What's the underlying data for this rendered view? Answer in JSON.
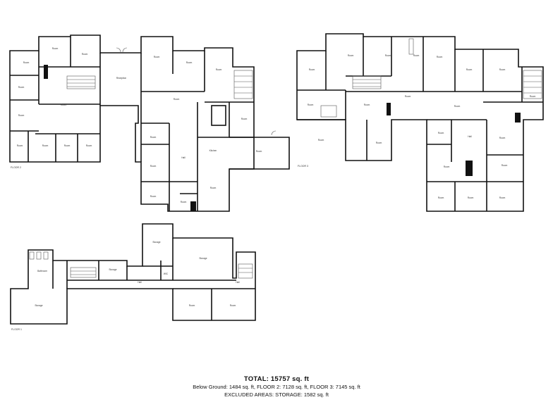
{
  "summary": {
    "total": "TOTAL: 15757 sq. ft",
    "breakdown": "Below Ground: 1484 sq. ft, FLOOR 2: 7128 sq. ft, FLOOR 3: 7145 sq. ft",
    "excluded": "EXCLUDED AREAS: STORAGE: 1582 sq. ft"
  },
  "floors": [
    {
      "id": "floor2",
      "label": "FLOOR 2"
    },
    {
      "id": "floor3",
      "label": "FLOOR 3"
    },
    {
      "id": "floor1",
      "label": "FLOOR 1"
    }
  ],
  "room_labels": {
    "room": "Room",
    "reception": "Reception",
    "hall": "Hall",
    "kitchen": "Kitchen",
    "storage": "Storage",
    "bathroom": "Bathroom",
    "wic": "WIC"
  },
  "colors": {
    "wall": "#111111",
    "thin": "#555555",
    "text": "#333333"
  }
}
